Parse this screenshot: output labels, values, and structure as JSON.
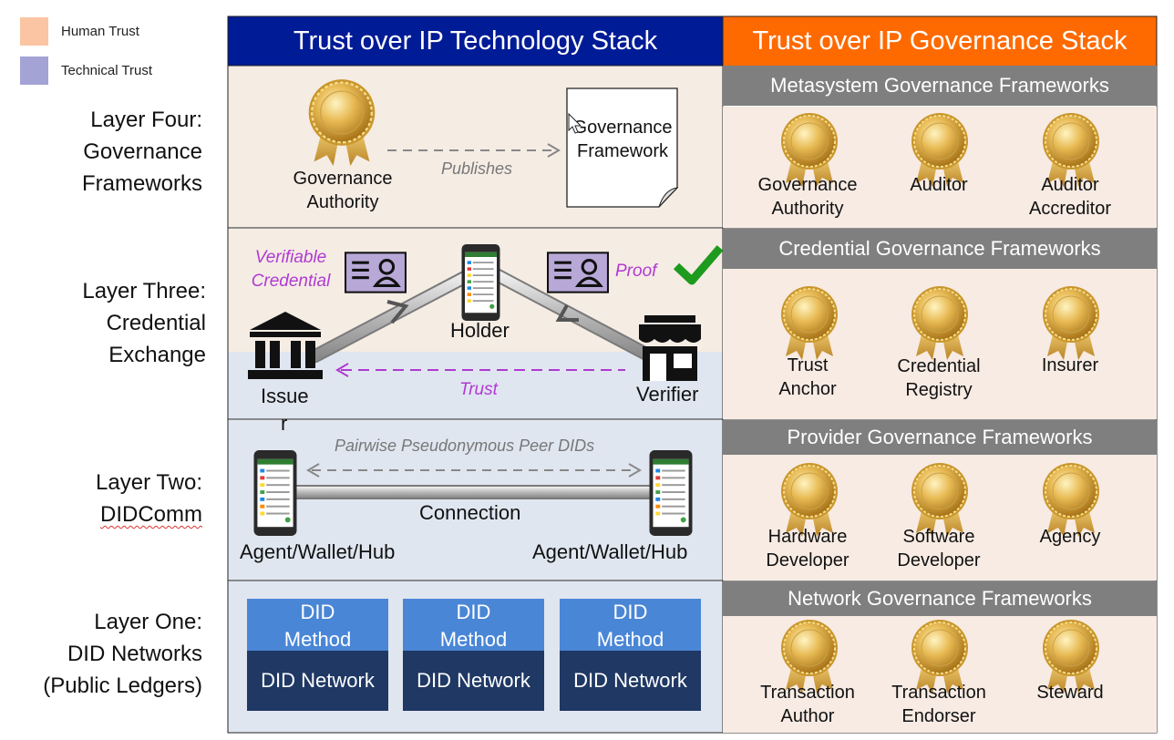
{
  "legend": [
    {
      "label": "Human Trust",
      "color": "#fbc5a3"
    },
    {
      "label": "Technical Trust",
      "color": "#a3a3d6"
    }
  ],
  "headers": {
    "tech": "Trust over IP Technology Stack",
    "gov": "Trust over IP Governance Stack"
  },
  "colors": {
    "tech_header": "#001b96",
    "gov_header": "#ff6a00",
    "human_band": "#f5ece4",
    "tech_band": "#e0e6f0",
    "gov_bar": "#7f7f7f"
  },
  "layers": [
    {
      "line1": "Layer Four:",
      "line2": "Governance",
      "line3": "Frameworks"
    },
    {
      "line1": "Layer Three:",
      "line2": "Credential",
      "line3": "Exchange"
    },
    {
      "line1": "Layer Two:",
      "line2": "DIDComm"
    },
    {
      "line1": "Layer One:",
      "line2": "DID Networks",
      "line3": "(Public Ledgers)"
    }
  ],
  "layer4_tech": {
    "authority_line1": "Governance",
    "authority_line2": "Authority",
    "publishes": "Publishes",
    "doc_line1": "Governance",
    "doc_line2": "Framework"
  },
  "layer3_tech": {
    "vc_line1": "Verifiable",
    "vc_line2": "Credential",
    "holder": "Holder",
    "proof": "Proof",
    "issuer_line1": "Issue",
    "issuer_line2": "r",
    "verifier": "Verifier",
    "trust": "Trust"
  },
  "layer2_tech": {
    "pairwise": "Pairwise Pseudonymous Peer DIDs",
    "connection": "Connection",
    "agent_left": "Agent/Wallet/Hub",
    "agent_right": "Agent/Wallet/Hub"
  },
  "layer1_tech": {
    "boxes": [
      {
        "top1": "DID",
        "top2": "Method",
        "bottom": "DID Network"
      },
      {
        "top1": "DID",
        "top2": "Method",
        "bottom": "DID Network"
      },
      {
        "top1": "DID",
        "top2": "Method",
        "bottom": "DID Network"
      }
    ]
  },
  "gov_sections": [
    {
      "title": "Metasystem Governance Frameworks",
      "roles": [
        {
          "l1": "Governance",
          "l2": "Authority"
        },
        {
          "l1": "Auditor",
          "l2": ""
        },
        {
          "l1": "Auditor",
          "l2": "Accreditor"
        }
      ]
    },
    {
      "title": "Credential Governance Frameworks",
      "roles": [
        {
          "l1": "Trust",
          "l2": "Anchor"
        },
        {
          "l1": "Credential",
          "l2": "Registry"
        },
        {
          "l1": "Insurer",
          "l2": ""
        }
      ]
    },
    {
      "title": "Provider Governance Frameworks",
      "roles": [
        {
          "l1": "Hardware",
          "l2": "Developer"
        },
        {
          "l1": "Software",
          "l2": "Developer"
        },
        {
          "l1": "Agency",
          "l2": ""
        }
      ]
    },
    {
      "title": "Network Governance Frameworks",
      "roles": [
        {
          "l1": "Transaction",
          "l2": "Author"
        },
        {
          "l1": "Transaction",
          "l2": "Endorser"
        },
        {
          "l1": "Steward",
          "l2": ""
        }
      ]
    }
  ]
}
